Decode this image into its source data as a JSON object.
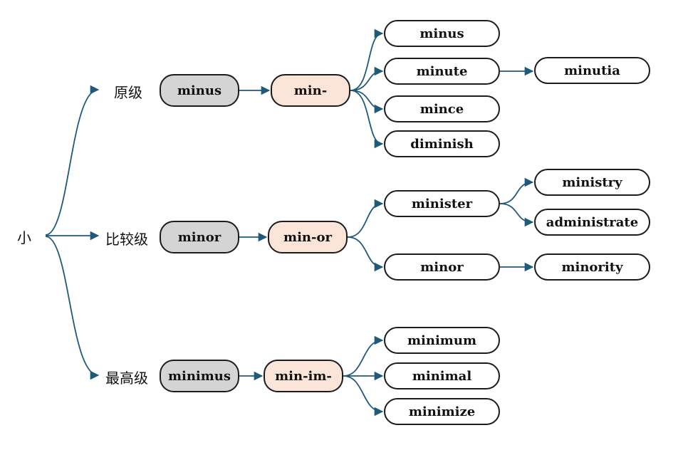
{
  "root": "小",
  "arrow_color": "#1f5a7a",
  "colors": {
    "latin": "#d4d4d4",
    "stem": "#fbe4d8",
    "word": "#ffffff"
  },
  "branches": [
    {
      "degree": "原级",
      "latin": "minus",
      "stem": "min-",
      "words": [
        {
          "text": "minus"
        },
        {
          "text": "minute",
          "derived": [
            "minutia"
          ]
        },
        {
          "text": "mince"
        },
        {
          "text": "diminish"
        }
      ]
    },
    {
      "degree": "比较级",
      "latin": "minor",
      "stem": "min-or",
      "words": [
        {
          "text": "minister",
          "derived": [
            "ministry",
            "administrate"
          ]
        },
        {
          "text": "minor",
          "derived": [
            "minority"
          ]
        }
      ]
    },
    {
      "degree": "最高级",
      "latin": "minimus",
      "stem": "min-im-",
      "words": [
        {
          "text": "minimum"
        },
        {
          "text": "minimal"
        },
        {
          "text": "minimize"
        }
      ]
    }
  ]
}
